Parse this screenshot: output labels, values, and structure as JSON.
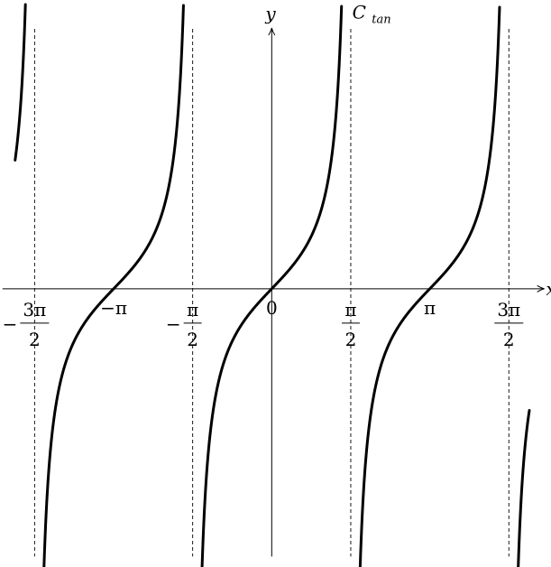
{
  "chart_data": {
    "type": "line",
    "function": "tan",
    "xlim": [
      -5.4,
      5.55
    ],
    "ylim": [
      -5.3,
      5.5
    ],
    "grid": false,
    "axes": {
      "xlabel": "x",
      "ylabel": "y"
    },
    "curve_label": {
      "main": "C",
      "sub": "tan"
    },
    "asymptotes_x": [
      -4.712389,
      -1.570796,
      1.570796,
      4.712389
    ],
    "x_ticks": [
      {
        "value": -4.712389,
        "sign": "−",
        "num": "3π",
        "den": "2"
      },
      {
        "value": -3.141593,
        "text": "−π"
      },
      {
        "value": -1.570796,
        "sign": "−",
        "num": "π",
        "den": "2"
      },
      {
        "value": 0,
        "text": "0"
      },
      {
        "value": 1.570796,
        "num": "π",
        "den": "2"
      },
      {
        "value": 3.141593,
        "text": "π"
      },
      {
        "value": 4.712389,
        "num": "3π",
        "den": "2"
      }
    ],
    "series": [
      {
        "branch_x_ranges": [
          [
            -5.1,
            -4.895
          ],
          [
            -4.528,
            -1.754
          ],
          [
            -1.387,
            1.387
          ],
          [
            1.754,
            4.528
          ],
          [
            4.895,
            5.12
          ]
        ]
      }
    ]
  }
}
